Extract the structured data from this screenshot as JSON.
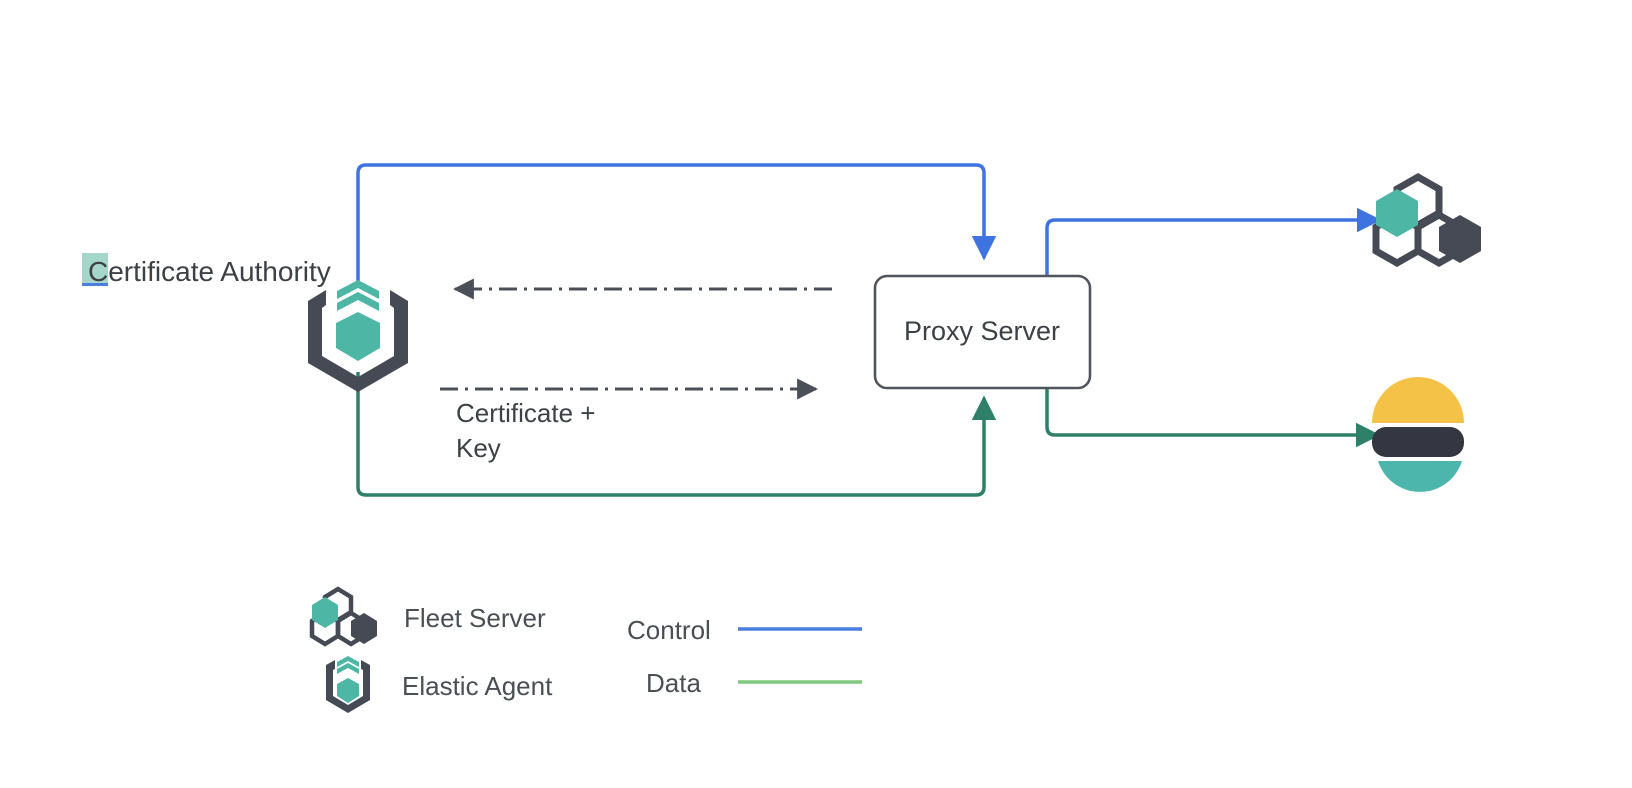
{
  "diagram": {
    "title_text": "Certificate Authority",
    "nodes": {
      "certificate_authority": {
        "label": "Certificate Authority",
        "icon": "elastic-agent-icon"
      },
      "proxy_server": {
        "label": "Proxy Server"
      },
      "fleet_server": {
        "icon": "fleet-server-icon"
      },
      "elasticsearch": {
        "icon": "elasticsearch-icon"
      }
    },
    "edges": {
      "certificate_key_label_line1": "Certificate +",
      "certificate_key_label_line2": "Key"
    }
  },
  "legend": {
    "items": [
      {
        "label": "Fleet Server",
        "icon": "fleet-server-icon"
      },
      {
        "label": "Elastic Agent",
        "icon": "elastic-agent-icon"
      }
    ],
    "lines": [
      {
        "label": "Control",
        "color": "#4a7fe0"
      },
      {
        "label": "Data",
        "color": "#7ec97e"
      }
    ]
  },
  "colors": {
    "control_line": "#3d74e0",
    "data_line": "#2e8068",
    "legend_data_line": "#7ec97e",
    "dashed_line": "#4a4f58",
    "box_border": "#50555c",
    "teal": "#4db6a5",
    "dark_slate": "#454a54",
    "elastic_yellow": "#f4c247",
    "elastic_teal": "#4db6ac",
    "elastic_dark": "#343741",
    "highlight_bg": "#a5d6ca",
    "highlight_underline": "#4a7fe0",
    "text": "#3d4145"
  }
}
